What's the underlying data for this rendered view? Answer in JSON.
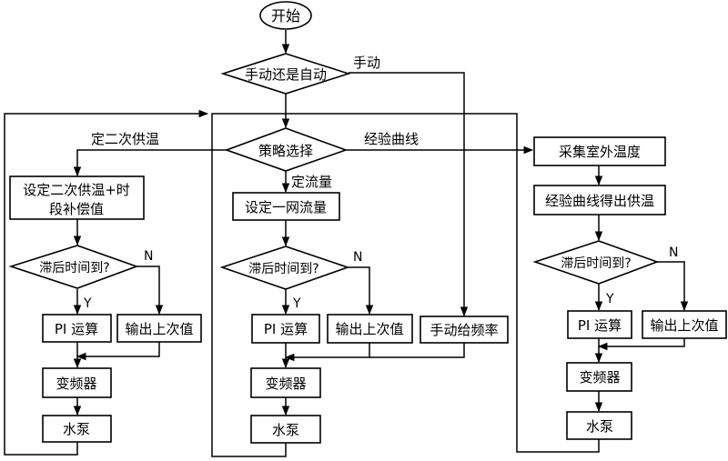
{
  "start": {
    "label": "开始"
  },
  "mode_decision": {
    "label": "手动还是自动",
    "branch_manual": "手动"
  },
  "strategy_decision": {
    "label": "策略选择",
    "branch_secondary_temp": "定二次供温",
    "branch_flow": "定流量",
    "branch_curve": "经验曲线"
  },
  "left_column": {
    "set_label_line1": "设定二次供温+时",
    "set_label_line2": "段补偿值",
    "delay_check": "滞后时间到?",
    "yes": "Y",
    "no": "N",
    "pi": "PI 运算",
    "hold": "输出上次值",
    "vfd": "变频器",
    "pump": "水泵"
  },
  "middle_column": {
    "set_label": "设定一网流量",
    "delay_check": "滞后时间到?",
    "yes": "Y",
    "no": "N",
    "pi": "PI 运算",
    "hold": "输出上次值",
    "manual": "手动给频率",
    "vfd": "变频器",
    "pump": "水泵"
  },
  "right_column": {
    "collect": "采集室外温度",
    "curve": "经验曲线得出供温",
    "delay_check": "滞后时间到?",
    "yes": "Y",
    "no": "N",
    "pi": "PI 运算",
    "hold": "输出上次值",
    "vfd": "变频器",
    "pump": "水泵"
  }
}
